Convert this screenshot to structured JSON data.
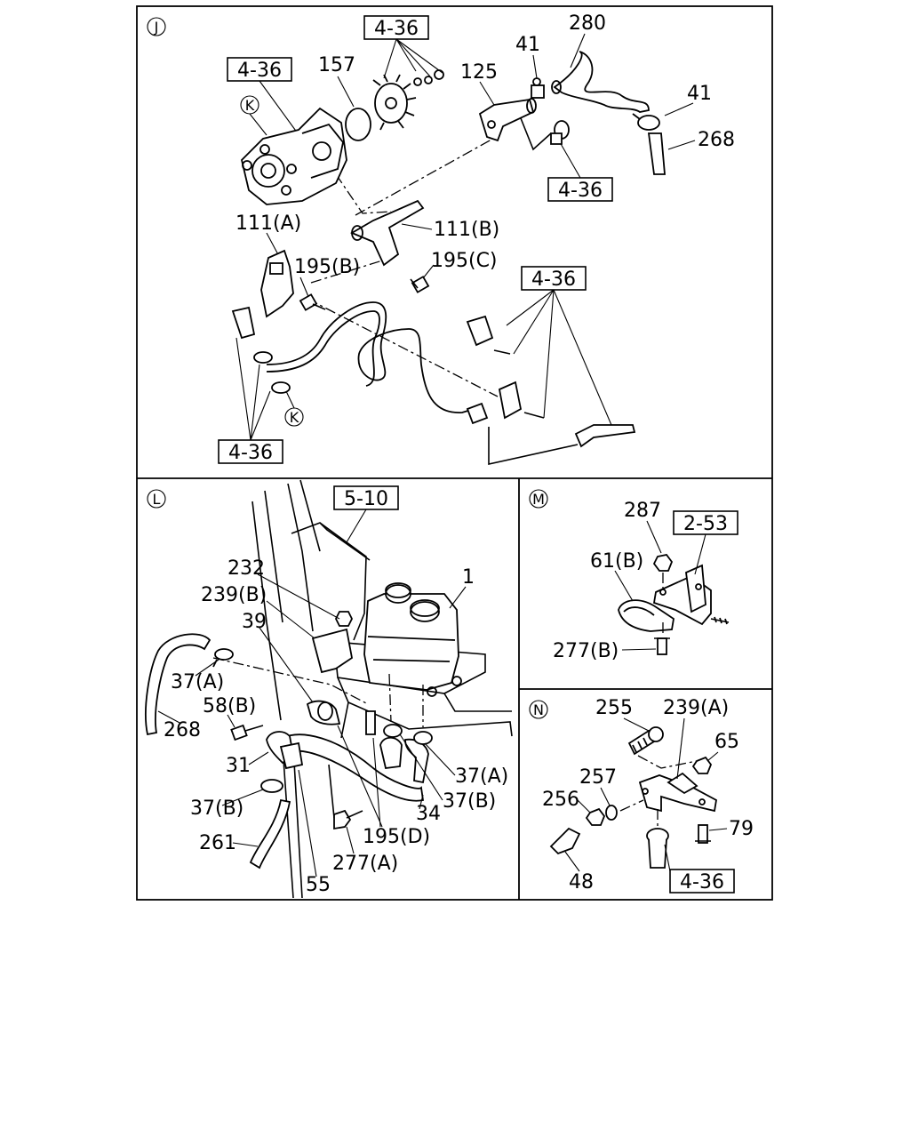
{
  "panels": {
    "J": {
      "marker": "J",
      "sub_markers": [
        "K",
        "K"
      ],
      "ref_boxes": [
        "4-36",
        "4-36",
        "4-36",
        "4-36",
        "4-36"
      ],
      "callouts": [
        "280",
        "41",
        "125",
        "157",
        "41",
        "268",
        "111(A)",
        "111(B)",
        "195(B)",
        "195(C)"
      ]
    },
    "L": {
      "marker": "L",
      "ref_boxes": [
        "5-10"
      ],
      "callouts": [
        "232",
        "239(B)",
        "39",
        "1",
        "37(A)",
        "58(B)",
        "268",
        "31",
        "37(A)",
        "37(B)",
        "37(B)",
        "34",
        "195(D)",
        "261",
        "277(A)",
        "55"
      ]
    },
    "M": {
      "marker": "M",
      "ref_boxes": [
        "2-53"
      ],
      "callouts": [
        "287",
        "61(B)",
        "277(B)"
      ]
    },
    "N": {
      "marker": "N",
      "ref_boxes": [
        "4-36"
      ],
      "callouts": [
        "255",
        "239(A)",
        "65",
        "257",
        "256",
        "79",
        "48"
      ]
    }
  }
}
